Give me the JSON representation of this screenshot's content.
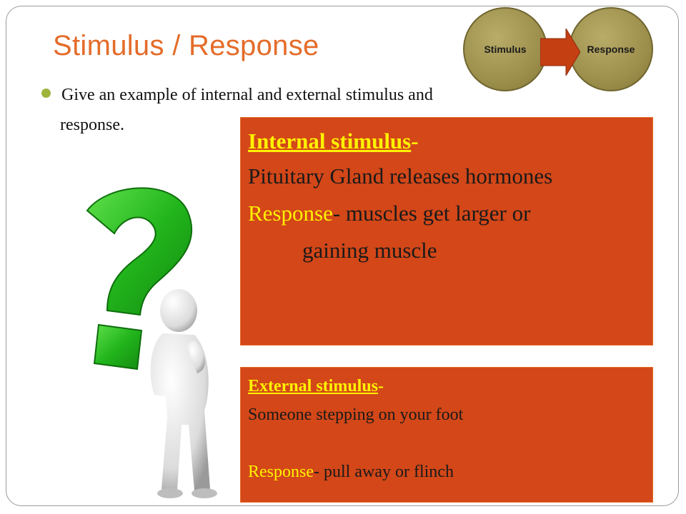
{
  "slide": {
    "title": "Stimulus / Response",
    "bullet": {
      "line1": "Give an example of internal and external stimulus and",
      "line2": "response."
    },
    "diagram": {
      "stimulus_label": "Stimulus",
      "response_label": "Response"
    },
    "internal_box": {
      "heading": "Internal stimulus",
      "heading_suffix": "-",
      "stimulus_text": "Pituitary Gland releases hormones",
      "response_label": "Response",
      "response_text": "- muscles get larger or",
      "response_text_cont": "gaining muscle"
    },
    "external_box": {
      "heading": "External stimulus",
      "heading_suffix": "-",
      "stimulus_text": "Someone stepping on your foot",
      "response_label": "Response",
      "response_text": "- pull away or flinch"
    }
  },
  "colors": {
    "title": "#e46c2a",
    "box_fill": "#d34718",
    "highlight_text": "#fff200",
    "bullet": "#9fb43c",
    "circle": "#9d8f4c"
  },
  "icons": {
    "figure": "question-mark-person-icon",
    "arrow": "right-arrow-icon"
  }
}
